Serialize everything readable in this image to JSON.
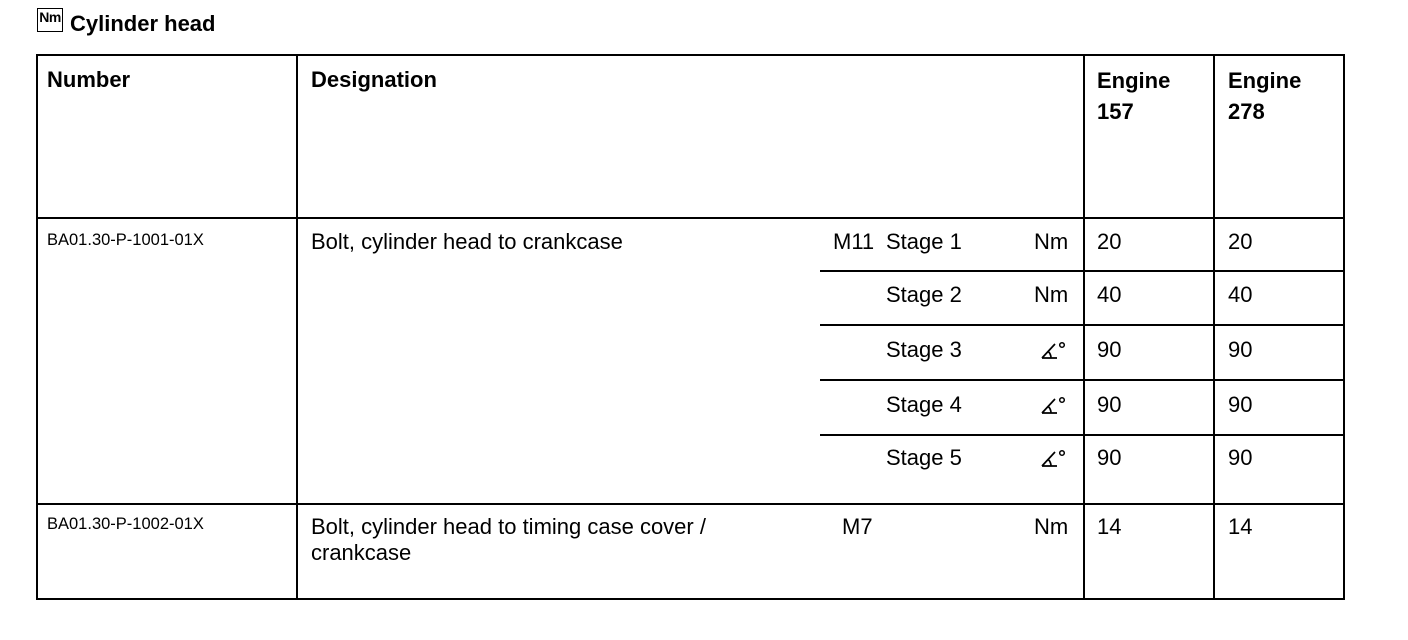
{
  "title": {
    "icon": "nm-icon",
    "icon_label": "Nm",
    "text": "Cylinder head"
  },
  "table": {
    "headers": {
      "number": "Number",
      "designation": "Designation",
      "engine_157": "Engine 157",
      "engine_278": "Engine 278"
    },
    "rows": [
      {
        "number": "BA01.30-P-1001-01X",
        "designation": "Bolt, cylinder head to crankcase",
        "thread": "M11",
        "stages": [
          {
            "stage": "Stage 1",
            "unit": "Nm",
            "engine_157": 20,
            "engine_278": 20
          },
          {
            "stage": "Stage 2",
            "unit": "Nm",
            "engine_157": 40,
            "engine_278": 40
          },
          {
            "stage": "Stage 3",
            "unit_icon": "angle-degree-icon",
            "engine_157": 90,
            "engine_278": 90
          },
          {
            "stage": "Stage 4",
            "unit_icon": "angle-degree-icon",
            "engine_157": 90,
            "engine_278": 90
          },
          {
            "stage": "Stage 5",
            "unit_icon": "angle-degree-icon",
            "engine_157": 90,
            "engine_278": 90
          }
        ]
      },
      {
        "number": "BA01.30-P-1002-01X",
        "designation": "Bolt, cylinder head to timing case cover / crankcase",
        "thread": "M7",
        "unit": "Nm",
        "engine_157": 14,
        "engine_278": 14
      }
    ]
  }
}
